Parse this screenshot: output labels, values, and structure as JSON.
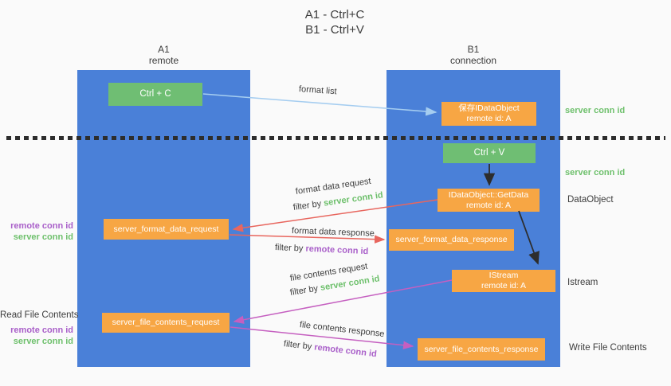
{
  "title": {
    "line1": "A1 - Ctrl+C",
    "line2": "B1 - Ctrl+V"
  },
  "lanes": {
    "left": {
      "name": "A1",
      "subtitle": "remote"
    },
    "right": {
      "name": "B1",
      "subtitle": "connection"
    }
  },
  "nodes": {
    "ctrl_c": {
      "label": "Ctrl + C"
    },
    "ctrl_v": {
      "label": "Ctrl + V"
    },
    "save_dataobject": {
      "line1": "保存IDataObject",
      "line2": "remote id: A"
    },
    "getdata": {
      "line1": "IDataObject::GetData",
      "line2": "remote id: A"
    },
    "istream": {
      "line1": "IStream",
      "line2": "remote id: A"
    },
    "format_request": {
      "label": "server_format_data_request"
    },
    "format_response": {
      "label": "server_format_data_response"
    },
    "file_request": {
      "label": "server_file_contents_request"
    },
    "file_response": {
      "label": "server_file_contents_response"
    }
  },
  "flow_labels": {
    "format_list": "format list",
    "format_data_request": "format data request",
    "format_data_response": "format data response",
    "file_contents_request": "file contents request",
    "file_contents_response": "file contents response",
    "filter_by": "filter by",
    "server_conn_id": "server conn id",
    "remote_conn_id": "remote conn id"
  },
  "side_labels": {
    "left": {
      "remote_conn_id_1": "remote conn id",
      "server_conn_id_1": "server conn id",
      "read_file_contents": "Read File Contents",
      "remote_conn_id_2": "remote conn id",
      "server_conn_id_2": "server conn id"
    },
    "right": {
      "server_conn_id_1": "server conn id",
      "server_conn_id_2": "server conn id",
      "dataobject": "DataObject",
      "istream": "Istream",
      "write_file_contents": "Write File Contents"
    }
  },
  "colors": {
    "panel_blue": "#4a80d8",
    "box_green": "#6fbe73",
    "box_orange": "#f7a644",
    "green_id_text": "#6ec06c",
    "purple_id_text": "#a95fc9",
    "arrow_light_blue": "#a5cdf0",
    "arrow_red": "#e8665e",
    "arrow_magenta": "#c55fc0",
    "arrow_black": "#2d2d2d",
    "text_dark": "#3c3c3c",
    "background": "#fafafa"
  }
}
